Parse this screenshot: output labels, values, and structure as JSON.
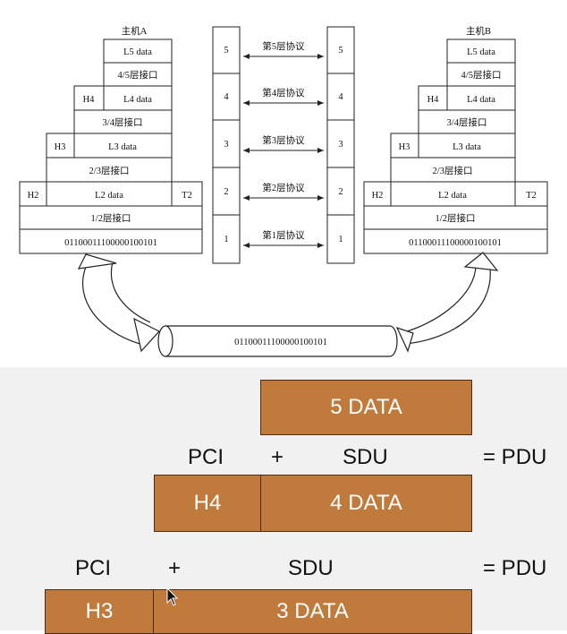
{
  "hostA": {
    "title": "主机A",
    "l5": "L5 data",
    "if45": "4/5层接口",
    "h4": "H4",
    "l4": "L4 data",
    "if34": "3/4层接口",
    "h3": "H3",
    "l3": "L3 data",
    "if23": "2/3层接口",
    "h2": "H2",
    "l2": "L2 data",
    "t2": "T2",
    "if12": "1/2层接口",
    "bits": "01100011100000100101"
  },
  "hostB": {
    "title": "主机B",
    "l5": "L5 data",
    "if45": "4/5层接口",
    "h4": "H4",
    "l4": "L4 data",
    "if34": "3/4层接口",
    "h3": "H3",
    "l3": "L3 data",
    "if23": "2/3层接口",
    "h2": "H2",
    "l2": "L2 data",
    "t2": "T2",
    "if12": "1/2层接口",
    "bits": "01100011100000100101"
  },
  "protocols": [
    {
      "num": "5",
      "label": "第5层协议"
    },
    {
      "num": "4",
      "label": "第4层协议"
    },
    {
      "num": "3",
      "label": "第3层协议"
    },
    {
      "num": "2",
      "label": "第2层协议"
    },
    {
      "num": "1",
      "label": "第1层协议"
    }
  ],
  "medium": {
    "bits": "01100011100000100101"
  },
  "encap": {
    "top_box": "5 DATA",
    "row1": {
      "pci": "PCI",
      "plus": "+",
      "sdu": "SDU",
      "eq": "= PDU",
      "header": "H4",
      "data": "4 DATA"
    },
    "row2": {
      "pci": "PCI",
      "plus": "+",
      "sdu": "SDU",
      "eq": "= PDU",
      "header": "H3",
      "data": "3 DATA"
    }
  },
  "colors": {
    "pdu_fill": "#c07a3c",
    "pdu_border": "#4d2d14"
  }
}
